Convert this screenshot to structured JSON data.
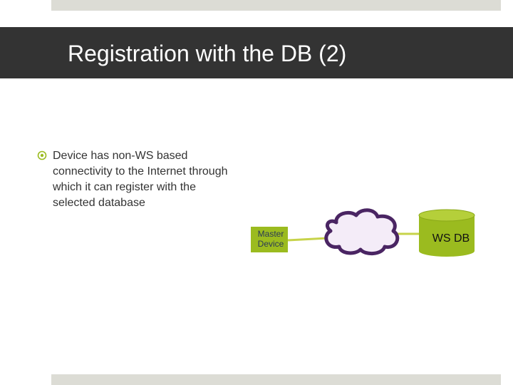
{
  "slide": {
    "title": "Registration with the DB (2)",
    "bullets": [
      "Device has non-WS based connectivity to the Internet through which it can register with the selected database"
    ]
  },
  "diagram": {
    "master_device_label": "Master Device",
    "database_label": "WS DB",
    "colors": {
      "accent_green": "#9bbb1f",
      "link_line": "#c7d34a",
      "cloud_fill": "#f4ecf8",
      "cloud_stroke": "#4a2563",
      "title_bar": "#333333",
      "strip": "#dcdcd5"
    }
  }
}
